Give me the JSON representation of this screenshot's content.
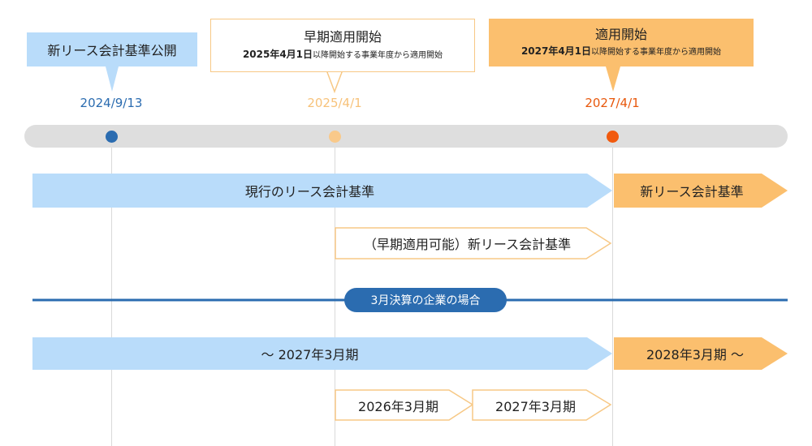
{
  "colors": {
    "blue_dark": "#2b6cb0",
    "blue_light": "#b9dcfa",
    "orange_pale": "#f7c885",
    "orange": "#fbbf6e",
    "orange_dark": "#f15a0e",
    "gray_track": "#dedede"
  },
  "milestones": [
    {
      "callout": "新リース会計基準公開",
      "date": "2024/9/13"
    },
    {
      "callout": "早期適用開始",
      "detail_bold": "2025年4月1日",
      "detail_small": "以降開始する事業年度から適用開始",
      "date": "2025/4/1"
    },
    {
      "callout": "適用開始",
      "detail_bold": "2027年4月1日",
      "detail_small": "以降開始する事業年度から適用開始",
      "date": "2027/4/1"
    }
  ],
  "standards": {
    "current": "現行のリース会計基準",
    "new": "新リース会計基準",
    "early": "（早期適用可能）新リース会計基準"
  },
  "divider_label": "3月決算の企業の場合",
  "fiscal": {
    "until": "～ 2027年3月期",
    "from": "2028年3月期 ～",
    "fy2026": "2026年3月期",
    "fy2027": "2027年3月期"
  }
}
